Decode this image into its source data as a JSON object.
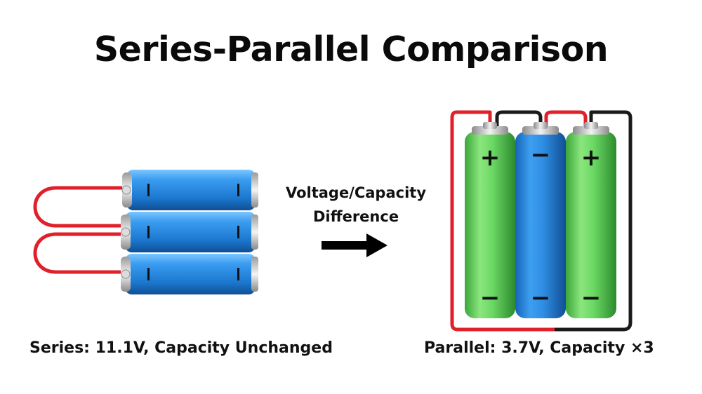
{
  "title": "Series-Parallel Comparison",
  "middle_label": {
    "line1": "Voltage/Capacity",
    "line2": "Difference"
  },
  "captions": {
    "series": "Series:  11.1V,  Capacity Unchanged",
    "parallel": "Parallel:  3.7V,  Capacity ×3"
  },
  "parallel_cells": [
    {
      "top_sign": "+",
      "bottom_sign": "−",
      "color": "green"
    },
    {
      "top_sign": "−",
      "bottom_sign": "−",
      "color": "blue"
    },
    {
      "top_sign": "+",
      "bottom_sign": "−",
      "color": "green"
    }
  ],
  "colors": {
    "wire_red": "#e0202a",
    "wire_black": "#1a1a1a",
    "cell_blue": "#2a8ee0",
    "cell_green": "#5fd25a",
    "arrow": "#000000"
  },
  "icons": {
    "arrow": "right-arrow-icon"
  }
}
